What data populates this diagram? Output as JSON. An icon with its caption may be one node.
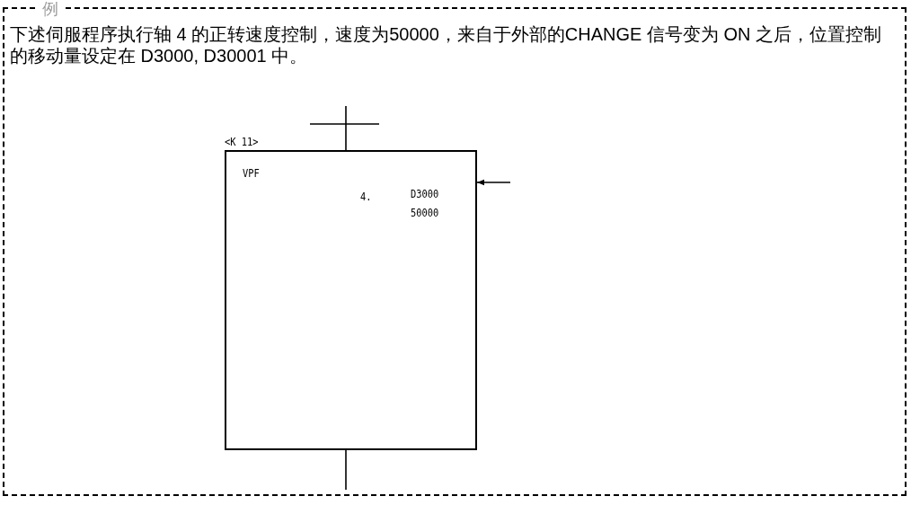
{
  "diagram": {
    "nodes": [
      {
        "text": [
          "例",
          "下述伺服程序执行轴 4 的正转速度控制，速度为50000，来自于外部的CHANGE 信号变为 ON 之后，位置控制的移动量设定在 D3000, D30001 中。"
        ]
      },
      {
        "text": [
          "<K 11>",
          "VPF",
          "4.",
          "D3000 50000"
        ],
        "in": 0
      }
    ],
    "edges": [
      {
        "from": null,
        "to": 1,
        "arrow": "to"
      },
      {
        "from": null,
        "to": 1,
        "arrow": "none"
      },
      {
        "from": 1,
        "to": null,
        "arrow": "none"
      }
    ]
  }
}
